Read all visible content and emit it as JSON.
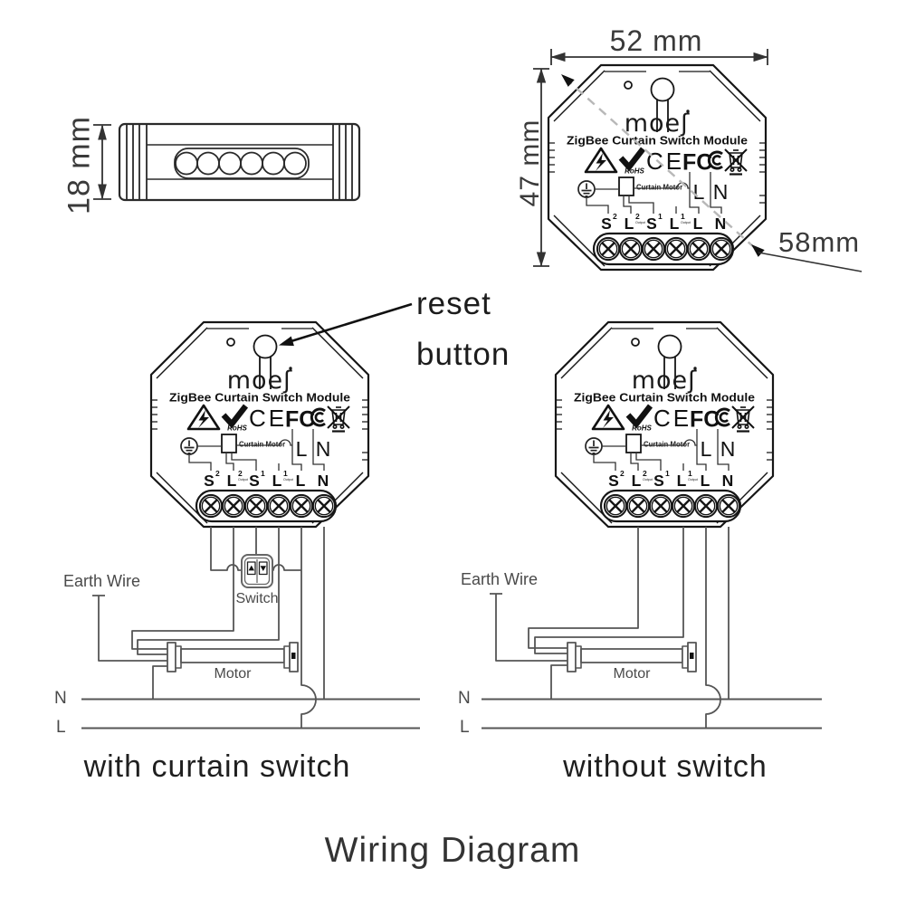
{
  "page": {
    "title": "Wiring Diagram",
    "background": "#ffffff"
  },
  "module": {
    "brand": "moes",
    "brand_display": "moeʃ",
    "product_name": "ZigBee Curtain Switch Module",
    "rohs_label": "RoHS",
    "ce_label": "CE",
    "fcc_label": "FC",
    "curtain_motor_label": "Curtain Motor",
    "l_label": "L",
    "n_label": "N",
    "terminals": [
      {
        "label": "S",
        "sup": "2",
        "sub": ""
      },
      {
        "label": "L",
        "sup": "2",
        "sub": "Output"
      },
      {
        "label": "S",
        "sup": "1",
        "sub": ""
      },
      {
        "label": "L",
        "sup": "1",
        "sub": "Output"
      },
      {
        "label": "L",
        "sup": "",
        "sub": ""
      },
      {
        "label": "N",
        "sup": "",
        "sub": ""
      }
    ],
    "icons": [
      "hazard-triangle",
      "rohs-check",
      "ce-mark",
      "fcc-mark",
      "weee-crossed-bin",
      "earth-symbol",
      "reset-keyhole"
    ]
  },
  "dimensions": {
    "depth": "18 mm",
    "width_top": "52 mm",
    "height_side": "47 mm",
    "diagonal": "58mm"
  },
  "annotations": {
    "reset_line1": "reset",
    "reset_line2": "button"
  },
  "diagram_left": {
    "caption": "with curtain switch",
    "earth_label": "Earth Wire",
    "switch_label": "Switch",
    "motor_label": "Motor",
    "n_label": "N",
    "l_label": "L"
  },
  "diagram_right": {
    "caption": "without switch",
    "earth_label": "Earth Wire",
    "motor_label": "Motor",
    "n_label": "N",
    "l_label": "L"
  },
  "colors": {
    "ink": "#161616",
    "wire": "#555555",
    "dashed": "#b8b8b8"
  }
}
